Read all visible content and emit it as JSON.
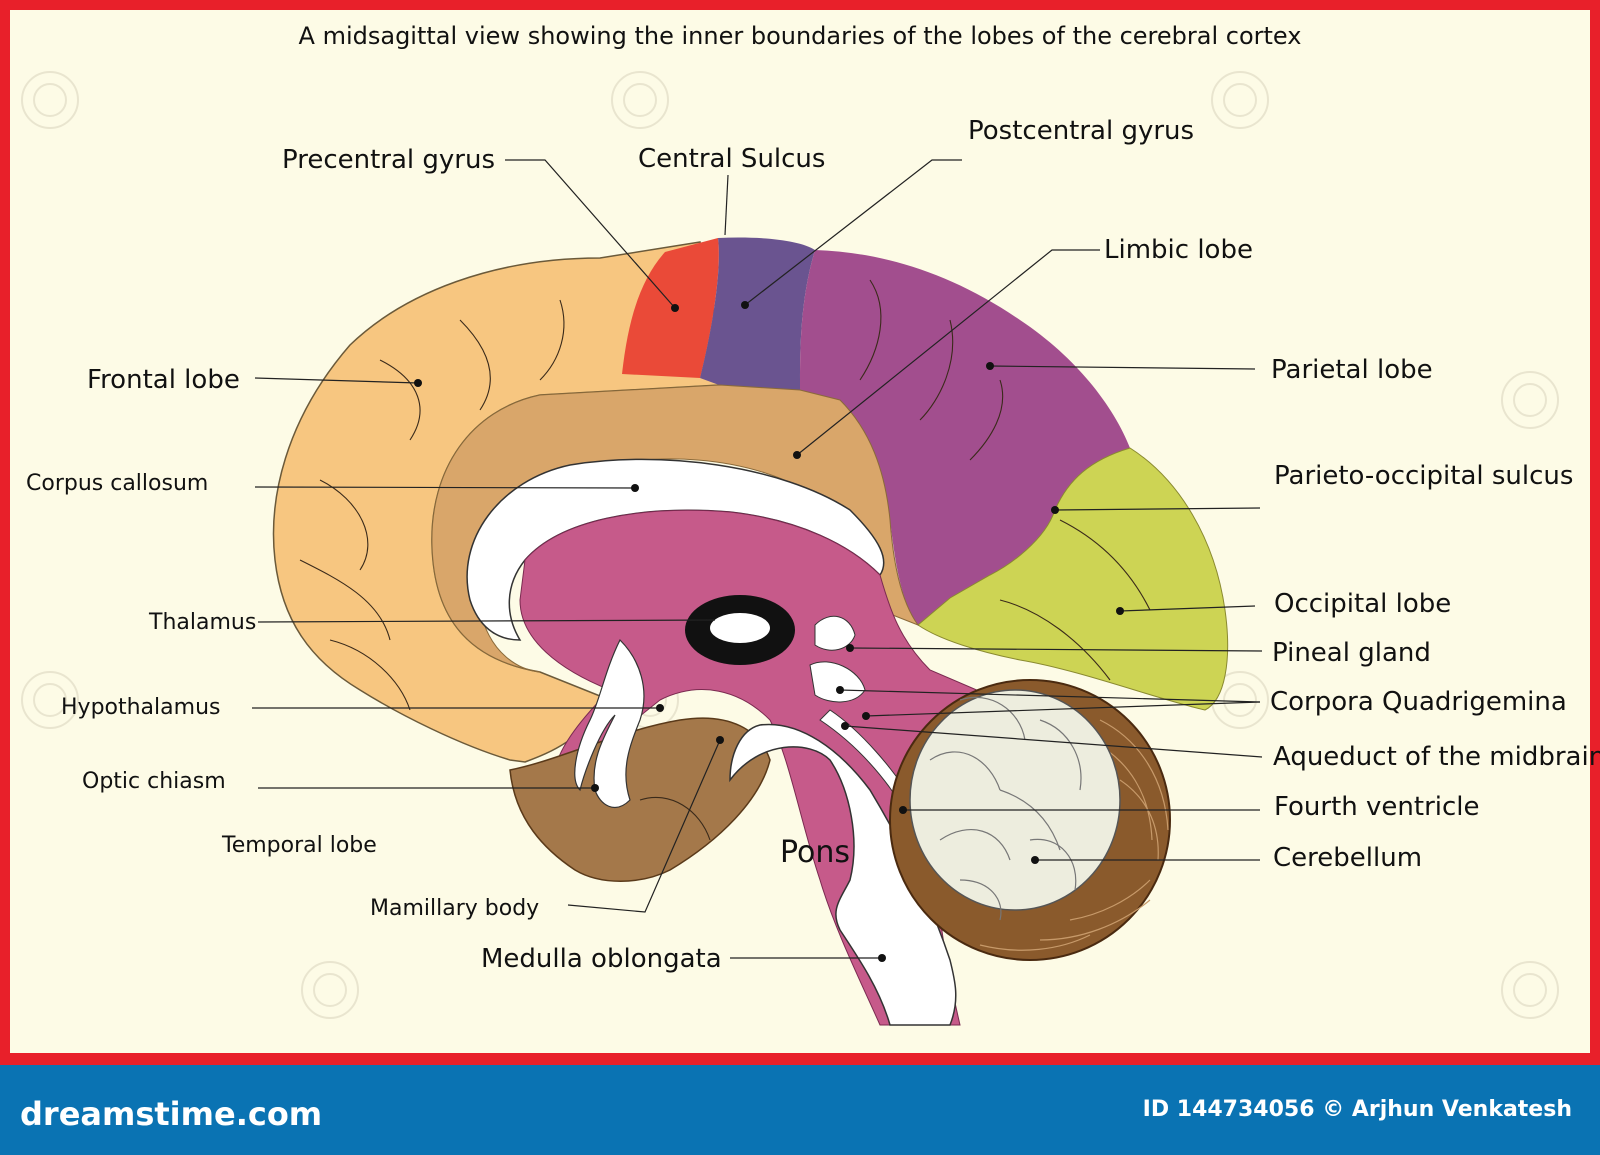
{
  "title": "A midsagittal view showing the inner boundaries of the lobes of the cerebral cortex",
  "labels": {
    "precentral_gyrus": "Precentral gyrus",
    "central_sulcus": "Central Sulcus",
    "postcentral_gyrus": "Postcentral gyrus",
    "limbic_lobe": "Limbic lobe",
    "frontal_lobe": "Frontal lobe",
    "parietal_lobe": "Parietal lobe",
    "corpus_callosum": "Corpus callosum",
    "parieto_occipital_sulcus": "Parieto-occipital sulcus",
    "occipital_lobe": "Occipital lobe",
    "thalamus": "Thalamus",
    "pineal_gland": "Pineal gland",
    "hypothalamus": "Hypothalamus",
    "corpora_quadrigemina": "Corpora Quadrigemina",
    "aqueduct": "Aqueduct of the midbrain",
    "optic_chiasm": "Optic chiasm",
    "fourth_ventricle": "Fourth ventricle",
    "temporal_lobe": "Temporal lobe",
    "cerebellum": "Cerebellum",
    "pons": "Pons",
    "mamillary_body": "Mamillary body",
    "medulla_oblongata": "Medulla oblongata"
  },
  "footer": {
    "brand": "dreamstime.com",
    "credit": "ID 144734056 © Arjhun Venkatesh"
  },
  "colors": {
    "frame": "#e8202a",
    "background": "#fdfbe6",
    "frontal": "#f7c680",
    "precentral": "#ea4a38",
    "postcentral": "#6a5490",
    "parietal": "#a24e8e",
    "occipital": "#cdd454",
    "limbic": "#d9a66a",
    "temporal": "#a4784a",
    "brainstem": "#c65a8a",
    "cerebellum_outer": "#8a5a2c",
    "cerebellum_inner": "#ededde",
    "footer": "#0a73b3"
  }
}
